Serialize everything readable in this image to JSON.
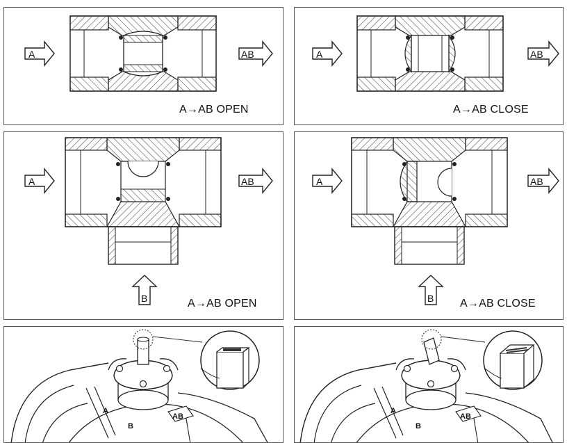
{
  "colors": {
    "line": "#222222",
    "hatch": "#444444",
    "frame": "#555555",
    "background": "#ffffff"
  },
  "panels": [
    {
      "arrow_in": "A",
      "arrow_out": "AB",
      "caption": "A→AB OPEN"
    },
    {
      "arrow_in": "A",
      "arrow_out": "AB",
      "caption": "A→AB CLOSE"
    },
    {
      "arrow_in": "A",
      "arrow_out": "AB",
      "arrow_bottom": "B",
      "caption": "A→AB OPEN"
    },
    {
      "arrow_in": "A",
      "arrow_out": "AB",
      "arrow_bottom": "B",
      "caption": "A→AB CLOSE"
    },
    {
      "port_labels": [
        "A",
        "B",
        "AB"
      ]
    },
    {
      "port_labels": [
        "A",
        "B",
        "AB"
      ]
    }
  ]
}
